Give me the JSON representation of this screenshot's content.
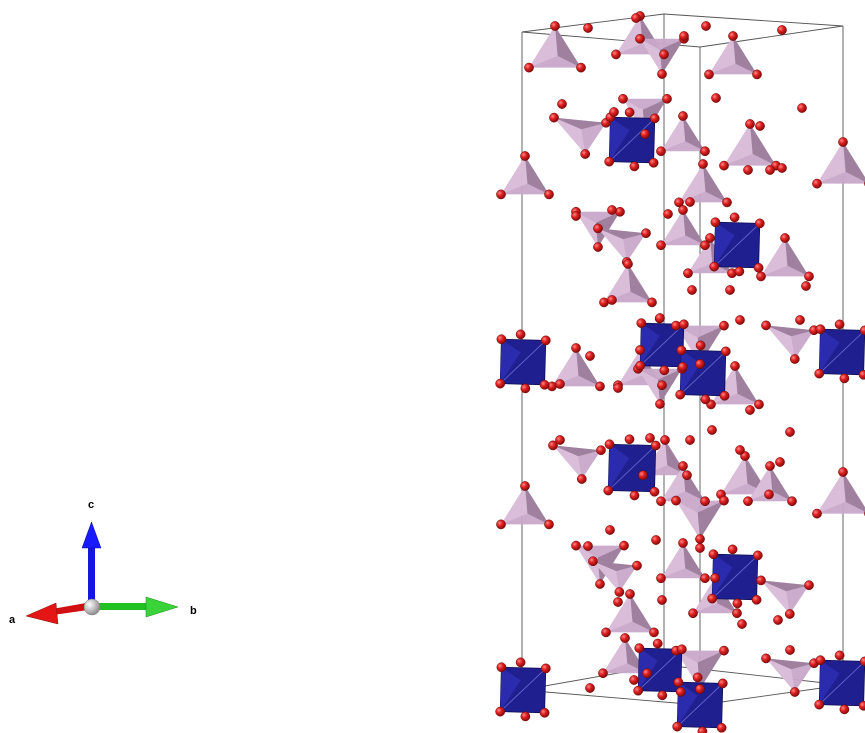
{
  "axes": {
    "a": "a",
    "b": "b",
    "c": "c"
  },
  "colors": {
    "background": "#ffffff",
    "axis_a": "#e01010",
    "axis_b": "#22c022",
    "axis_c": "#1515e0",
    "origin": "#b8b8b8",
    "oxygen": "#d81b1b",
    "tetrahedron": "#c9a8c9",
    "octahedron": "#1f1f8f",
    "cell_edges": "#555555"
  }
}
